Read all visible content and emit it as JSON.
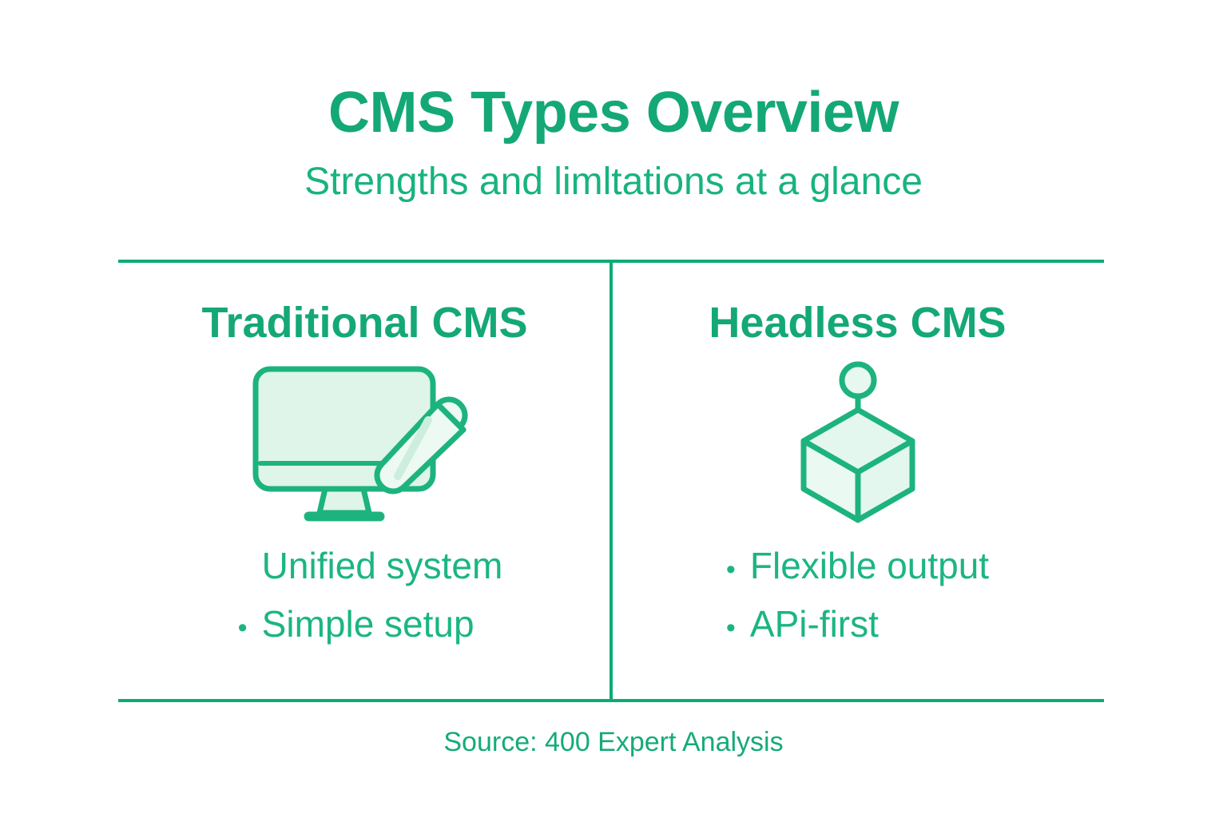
{
  "header": {
    "title": "CMS Types Overview",
    "subtitle": "Strengths and limltations at a glance"
  },
  "colors": {
    "title_green": "#14a877",
    "subtitle_green": "#18b37f",
    "rule_green": "#0eab74",
    "body_green": "#1bb583",
    "icon_stroke": "#1db37e",
    "icon_fill": "#dff5ea",
    "background": "#ffffff"
  },
  "columns": [
    {
      "title": "Traditional CMS",
      "icon": "monitor-pencil-icon",
      "bullets": [
        {
          "text": "Unified system",
          "has_dot": false
        },
        {
          "text": "Simple setup",
          "has_dot": true
        }
      ]
    },
    {
      "title": "Headless CMS",
      "icon": "headless-cube-icon",
      "bullets": [
        {
          "text": "Flexible output",
          "has_dot": true
        },
        {
          "text": "APi-first",
          "has_dot": true
        }
      ]
    }
  ],
  "bullet_glyph": "•",
  "footer": {
    "source": "Source: 400 Expert Analysis"
  }
}
